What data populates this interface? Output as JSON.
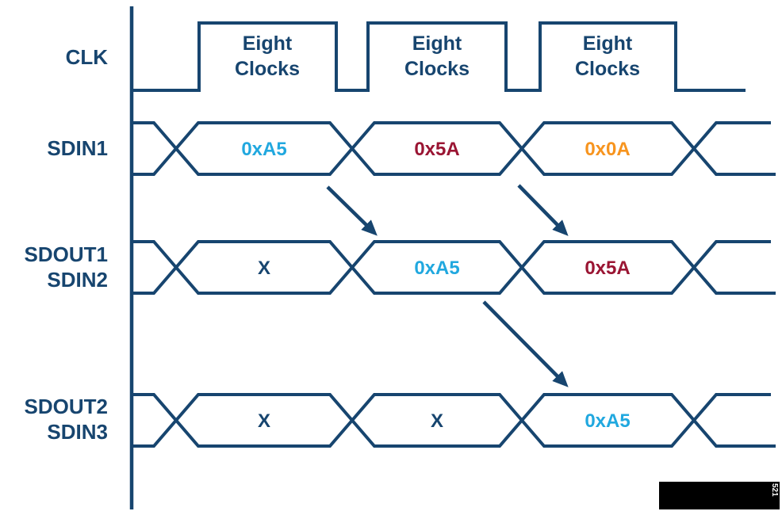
{
  "palette": {
    "navy": "#17456F",
    "cyan": "#21A8DF",
    "maroon": "#9A1533",
    "orange": "#F7941E",
    "redaction": "#000000"
  },
  "clock": {
    "label": "CLK",
    "pulse_line1": "Eight",
    "pulse_line2": "Clocks",
    "num_pulses": 3
  },
  "rows": [
    {
      "labels": [
        "SDIN1"
      ],
      "values": [
        {
          "text": "0xA5",
          "color": "#21A8DF"
        },
        {
          "text": "0x5A",
          "color": "#9A1533"
        },
        {
          "text": "0x0A",
          "color": "#F7941E"
        }
      ]
    },
    {
      "labels": [
        "SDOUT1",
        "SDIN2"
      ],
      "values": [
        {
          "text": "X",
          "color": "#17456F"
        },
        {
          "text": "0xA5",
          "color": "#21A8DF"
        },
        {
          "text": "0x5A",
          "color": "#9A1533"
        }
      ]
    },
    {
      "labels": [
        "SDOUT2",
        "SDIN3"
      ],
      "values": [
        {
          "text": "X",
          "color": "#17456F"
        },
        {
          "text": "X",
          "color": "#17456F"
        },
        {
          "text": "0xA5",
          "color": "#21A8DF"
        }
      ]
    }
  ],
  "watermark": {
    "text": "521"
  }
}
